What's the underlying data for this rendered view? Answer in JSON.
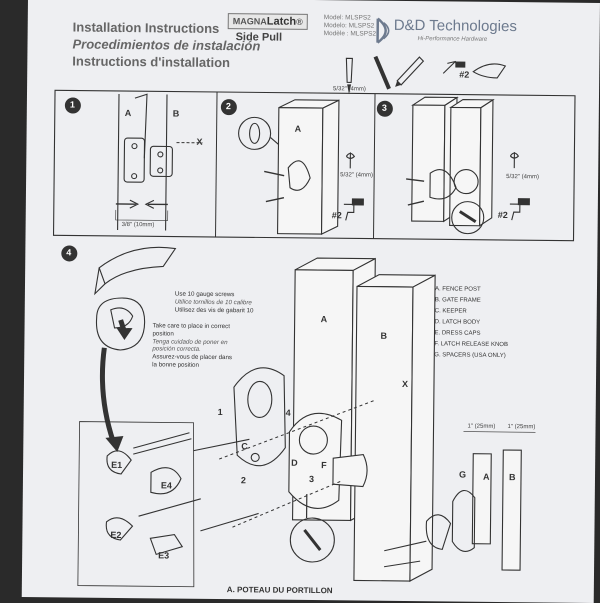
{
  "header": {
    "title_en": "Installation Instructions",
    "title_es": "Procedimientos de instalación",
    "title_fr": "Instructions d'installation",
    "brand_prefix": "MAGNA",
    "brand_name": "Latch",
    "brand_trademark": "®",
    "product_type": "Side Pull",
    "model_en": "Model: MLSPS2",
    "model_es": "Modelo: MLSPS2",
    "model_fr": "Modèle : MLSPS2",
    "company": "D&D Technologies",
    "company_tagline": "Hi-Performance Hardware"
  },
  "tools": {
    "drill_bit": "5/32\" (4mm)",
    "driver": "#2"
  },
  "steps": {
    "step1": {
      "number": "1",
      "label_a": "A",
      "label_b": "B",
      "label_x": "X",
      "gap": "3/8\" (10mm)"
    },
    "step2": {
      "number": "2",
      "label_a": "A",
      "drill": "5/32\" (4mm)",
      "driver": "#2"
    },
    "step3": {
      "number": "3",
      "drill": "5/32\" (4mm)",
      "driver": "#2"
    },
    "step4": {
      "number": "4"
    }
  },
  "screws_note": {
    "en": "Use 10 gauge screws",
    "es": "Utilice tornillos de 10 calibre",
    "fr": "Utilisez des vis de gabarit 10"
  },
  "care_note": {
    "en": "Take care to place in correct position",
    "es": "Tenga cuidado de poner en posición correcta.",
    "fr": "Assurez-vous de placer dans la bonne position"
  },
  "legend": [
    "A. FENCE POST",
    "B. GATE FRAME",
    "C. KEEPER",
    "D. LATCH BODY",
    "E. DRESS CAPS",
    "F. LATCH RELEASE KNOB",
    "G. SPACERS (USA ONLY)"
  ],
  "parts": {
    "a": "A",
    "b": "B",
    "x": "X",
    "c": "C",
    "d": "D",
    "f": "F",
    "g": "G",
    "e1": "E1",
    "e2": "E2",
    "e3": "E3",
    "e4": "E4",
    "n1": "1",
    "n2": "2",
    "n3": "3",
    "n4": "4"
  },
  "spacer_widths": {
    "left": "1\" (25mm)",
    "right": "1\" (25mm)"
  },
  "footer_text": "A. POTEAU DU PORTILLON"
}
